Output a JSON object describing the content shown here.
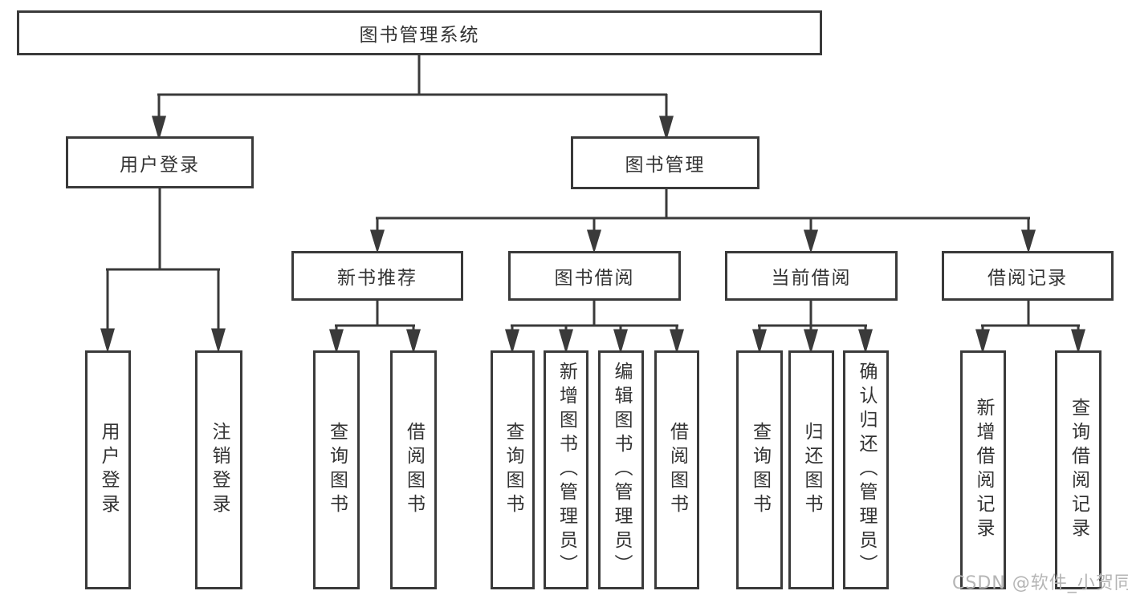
{
  "colors": {
    "line": "#3a3a3a",
    "text": "#333333",
    "box_background": "#ffffff",
    "watermark": "#b5b5b5"
  },
  "watermark": "CSDN @软件_小贺同学",
  "tree": {
    "root": {
      "label": "图书管理系统"
    },
    "children": [
      {
        "label": "用户登录",
        "children": [
          {
            "label": "用户登录"
          },
          {
            "label": "注销登录"
          }
        ]
      },
      {
        "label": "图书管理",
        "children": [
          {
            "label": "新书推荐",
            "children": [
              {
                "label": "查询图书"
              },
              {
                "label": "借阅图书"
              }
            ]
          },
          {
            "label": "图书借阅",
            "children": [
              {
                "label": "查询图书"
              },
              {
                "label": "新增图书（管理员）"
              },
              {
                "label": "编辑图书（管理员）"
              },
              {
                "label": "借阅图书"
              }
            ]
          },
          {
            "label": "当前借阅",
            "children": [
              {
                "label": "查询图书"
              },
              {
                "label": "归还图书"
              },
              {
                "label": "确认归还（管理员）"
              }
            ]
          },
          {
            "label": "借阅记录",
            "children": [
              {
                "label": "新增借阅记录"
              },
              {
                "label": "查询借阅记录"
              }
            ]
          }
        ]
      }
    ]
  }
}
